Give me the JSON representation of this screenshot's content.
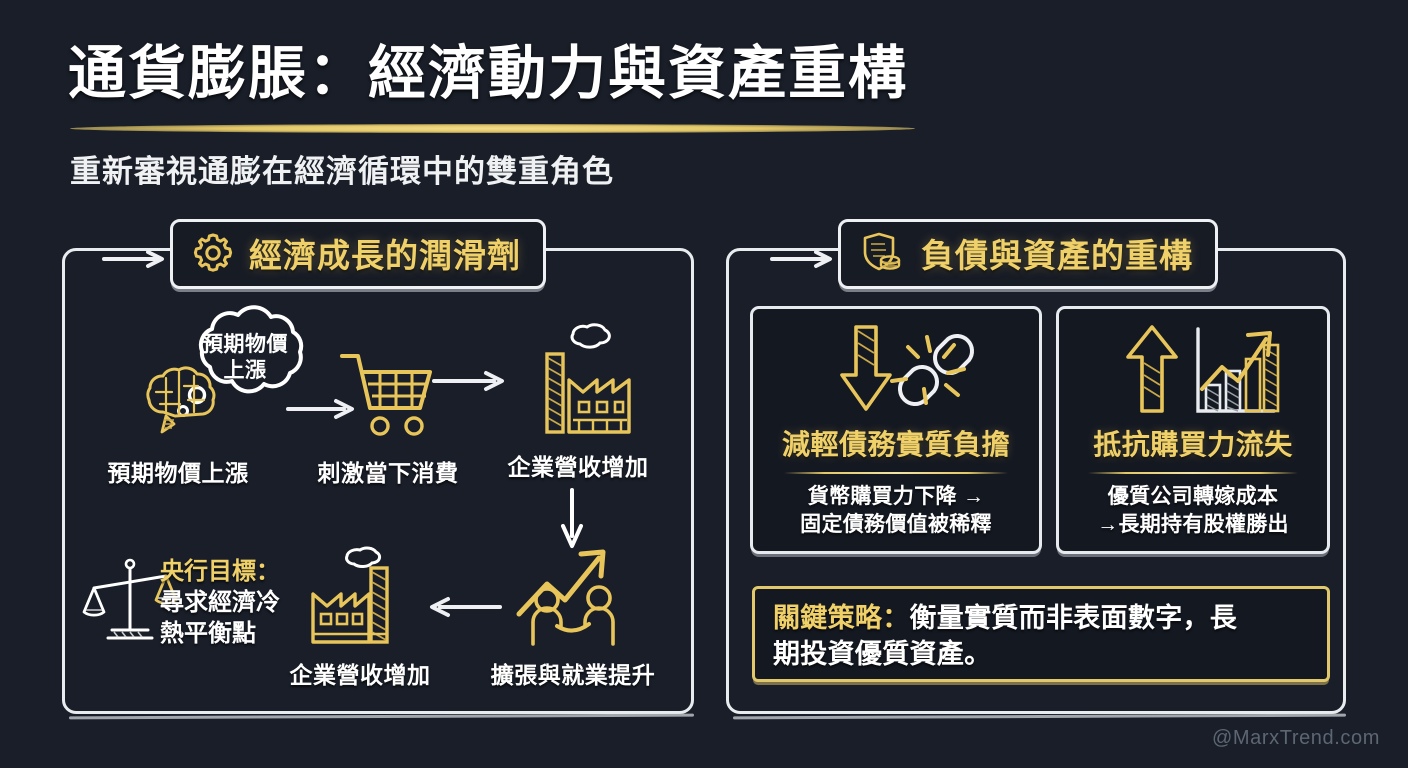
{
  "header": {
    "title": "通貨膨脹：經濟動力與資產重構",
    "subtitle": "重新審視通膨在經濟循環中的雙重角色"
  },
  "panels": {
    "left": {
      "header_label": "經濟成長的潤滑劑",
      "header_icon": "gear-icon",
      "thought_bubble": "預期物價\n上漲",
      "flow_row1": [
        {
          "icon": "brain-icon",
          "label": "預期物價上漲"
        },
        {
          "icon": "cart-icon",
          "label": "刺激當下消費"
        },
        {
          "icon": "factory-icon",
          "label": "企業營收增加"
        }
      ],
      "flow_row2": [
        {
          "icon": "growth-handshake-icon",
          "label": "擴張與就業提升"
        },
        {
          "icon": "factory-icon",
          "label": "企業營收增加"
        }
      ],
      "central_bank": {
        "icon": "scale-icon",
        "title": "央行目標：",
        "body_line1": "尋求經濟冷",
        "body_line2": "熱平衡點"
      }
    },
    "right": {
      "header_label": "負債與資產的重構",
      "header_icon": "shield-coins-icon",
      "cards": [
        {
          "icon": "down-arrow-broken-chain-icon",
          "title": "減輕債務實質負擔",
          "body_line1": "貨幣購買力下降 →",
          "body_line2": "固定債務價值被稀釋"
        },
        {
          "icon": "up-arrow-bar-chart-icon",
          "title": "抵抗購買力流失",
          "body_line1": "優質公司轉嫁成本",
          "body_line2": "→長期持有股權勝出"
        }
      ],
      "key_strategy": {
        "lead": "關鍵策略：",
        "line1_rest": "衡量實質而非表面數字，長",
        "line2": "期投資優質資產。"
      }
    }
  },
  "watermark": "@MarxTrend.com",
  "colors": {
    "background": "#191e28",
    "gold": "#f0d068",
    "white": "#ffffff",
    "panel_border": "#e9ecef"
  }
}
